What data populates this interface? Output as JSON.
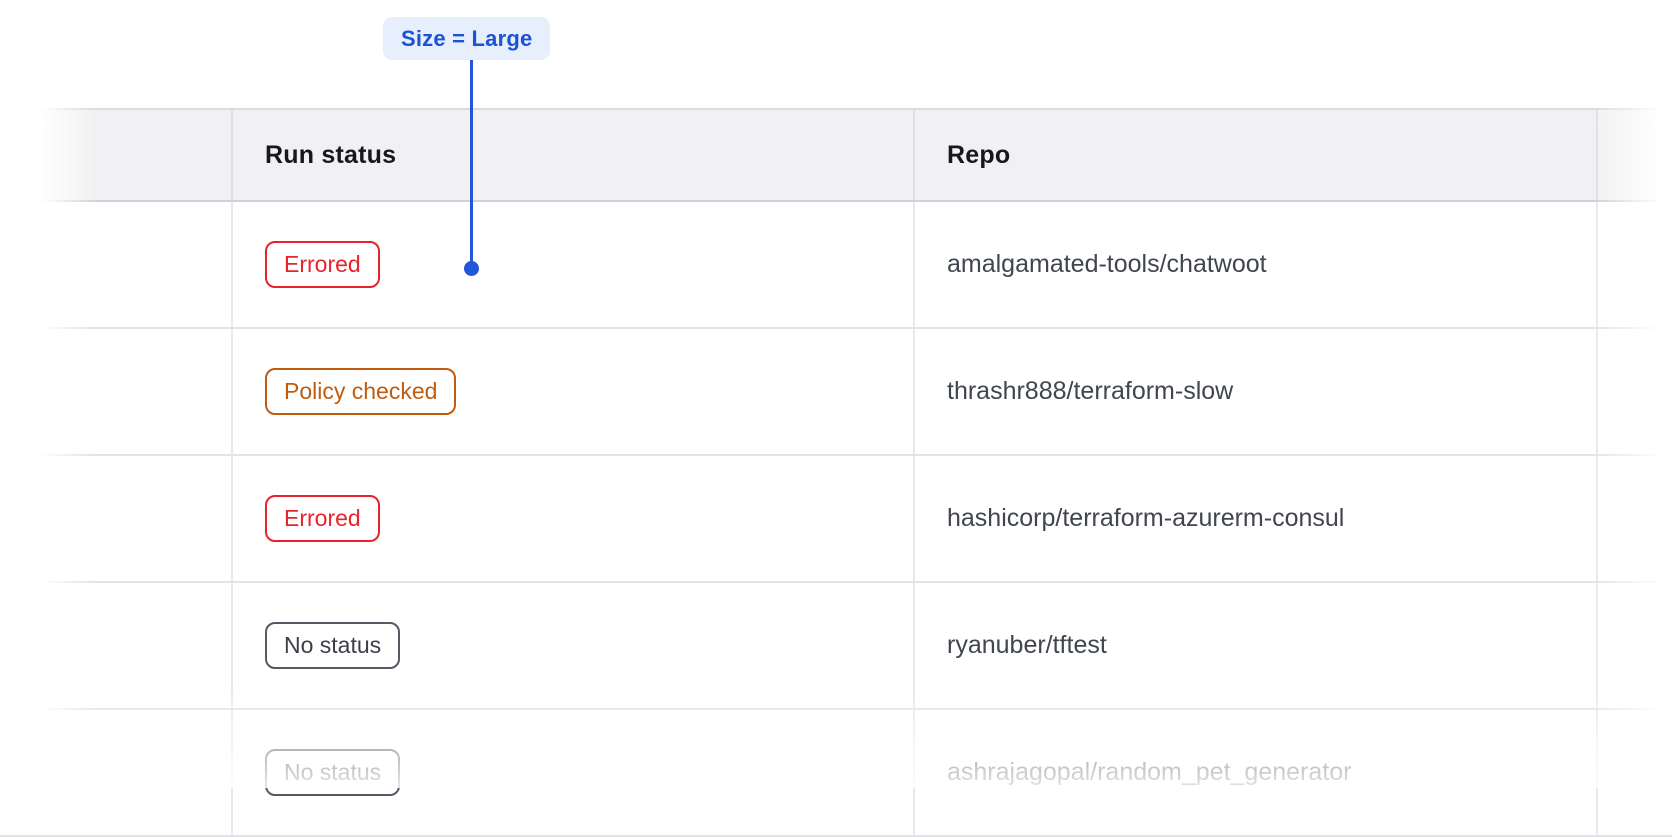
{
  "annotation": {
    "label": "Size = Large",
    "text_color": "#1a53d6",
    "pill_bg_color": "#e7eefc",
    "line_color": "#2356d8"
  },
  "table": {
    "columns": [
      {
        "key": "leading_blank",
        "label": ""
      },
      {
        "key": "run_status",
        "label": "Run status"
      },
      {
        "key": "repo",
        "label": "Repo"
      },
      {
        "key": "trailing_blank",
        "label": ""
      }
    ],
    "rows": [
      {
        "status": {
          "label": "Errored",
          "variant": "critical"
        },
        "repo": "amalgamated-tools/chatwoot"
      },
      {
        "status": {
          "label": "Policy checked",
          "variant": "warning"
        },
        "repo": "thrashr888/terraform-slow"
      },
      {
        "status": {
          "label": "Errored",
          "variant": "critical"
        },
        "repo": "hashicorp/terraform-azurerm-consul"
      },
      {
        "status": {
          "label": "No status",
          "variant": "neutral"
        },
        "repo": "ryanuber/tftest"
      },
      {
        "status": {
          "label": "No status",
          "variant": "neutral"
        },
        "repo": "ashrajagopal/random_pet_generator"
      }
    ]
  },
  "colors": {
    "status_critical": "#e5242c",
    "status_warning": "#bf5c10",
    "status_neutral_border": "#565963",
    "status_neutral_text": "#3c3f47",
    "header_bg": "#f1f1f3",
    "header_text": "#17181d",
    "repo_text": "#41454e"
  }
}
